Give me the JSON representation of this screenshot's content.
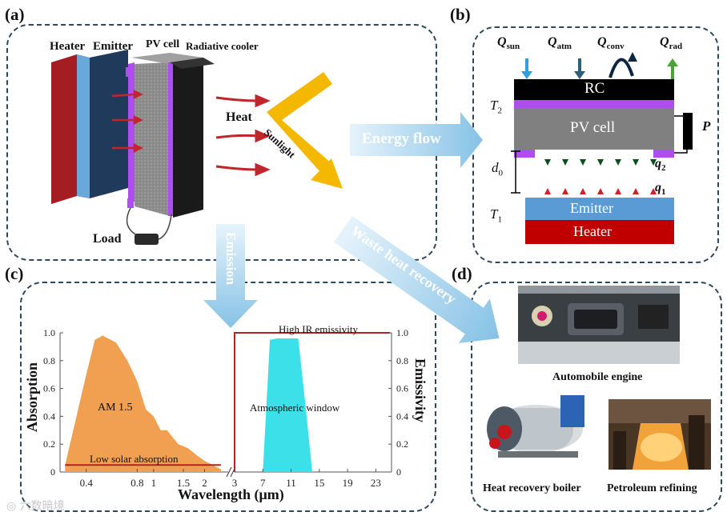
{
  "panels": {
    "a": "(a)",
    "b": "(b)",
    "c": "(c)",
    "d": "(d)"
  },
  "a": {
    "heater": "Heater",
    "emitter": "Emitter",
    "pv_cell": "PV cell",
    "radiative_cooler": "Radiative cooler",
    "heat": "Heat",
    "sunlight": "Sunlight",
    "load": "Load"
  },
  "arrows": {
    "energy_flow": "Energy flow",
    "emission": "Emission",
    "waste_heat_recovery": "Waste heat recovery"
  },
  "b": {
    "q_sun": "Q",
    "q_sun_sub": "sun",
    "q_atm": "Q",
    "q_atm_sub": "atm",
    "q_conv": "Q",
    "q_conv_sub": "conv",
    "q_rad": "Q",
    "q_rad_sub": "rad",
    "rc": "RC",
    "pv_cell": "PV cell",
    "emitter": "Emitter",
    "heater": "Heater",
    "t2": "T",
    "t2_sub": "2",
    "t1": "T",
    "t1_sub": "1",
    "d0": "d",
    "d0_sub": "0",
    "p": "P",
    "q2": "q",
    "q2_sub": "2",
    "q1": "q",
    "q1_sub": "1"
  },
  "c": {
    "ylabel_left": "Absorption",
    "ylabel_right": "Emissivity",
    "xlabel": "Wavelength (μm)",
    "am15": "AM 1.5",
    "low_solar": "Low solar absorption",
    "high_ir": "High IR emissivity",
    "atm_window": "Atmospheric window",
    "left_yticks": [
      "0",
      "0.2",
      "0.4",
      "0.6",
      "0.8",
      "1.0"
    ],
    "right_yticks": [
      "0",
      "0.2",
      "0.4",
      "0.6",
      "0.8",
      "1.0"
    ],
    "left_xticks": [
      "0.4",
      "0.8",
      "1",
      "1.5",
      "2"
    ],
    "right_xticks": [
      "3",
      "7",
      "11",
      "15",
      "19",
      "23"
    ]
  },
  "chart_data": {
    "type": "area",
    "xlabel": "Wavelength (μm)",
    "ylabel": "Absorption",
    "ylabel_right": "Emissivity",
    "series": [
      {
        "name": "AM 1.5",
        "x": [
          0.3,
          0.4,
          0.45,
          0.5,
          0.6,
          0.7,
          0.8,
          0.9,
          1.0,
          1.1,
          1.2,
          1.4,
          1.6,
          1.8,
          2.0,
          2.5
        ],
        "values": [
          0.05,
          0.7,
          0.95,
          0.98,
          0.93,
          0.8,
          0.65,
          0.45,
          0.4,
          0.3,
          0.3,
          0.2,
          0.17,
          0.12,
          0.08,
          0.02
        ]
      },
      {
        "name": "Low solar absorption",
        "x": [
          0.3,
          2.5
        ],
        "values": [
          0.05,
          0.05
        ]
      },
      {
        "name": "Atmospheric window",
        "x": [
          7,
          8,
          9,
          10,
          11,
          12,
          13,
          14,
          15
        ],
        "values": [
          0.0,
          0.95,
          0.96,
          0.96,
          0.96,
          0.96,
          0.5,
          0.0,
          0.0
        ]
      },
      {
        "name": "High IR emissivity",
        "x": [
          3,
          25
        ],
        "values": [
          1.0,
          1.0
        ]
      }
    ],
    "ylim": [
      0,
      1.0
    ]
  },
  "d": {
    "automobile": "Automobile engine",
    "boiler": "Heat recovery boiler",
    "refining": "Petroleum refining"
  },
  "watermark": "六数暗境",
  "colors": {
    "heater": "#c0272d",
    "emitter": "#5b9bd5",
    "rc": "#000000",
    "purple": "#b04df0",
    "pv": "#808080",
    "sunlight": "#f5b800",
    "arrow_blue": "#a6d4ee",
    "am15": "#f0a050",
    "atm": "#3be0e8",
    "line_red": "#b22222"
  }
}
